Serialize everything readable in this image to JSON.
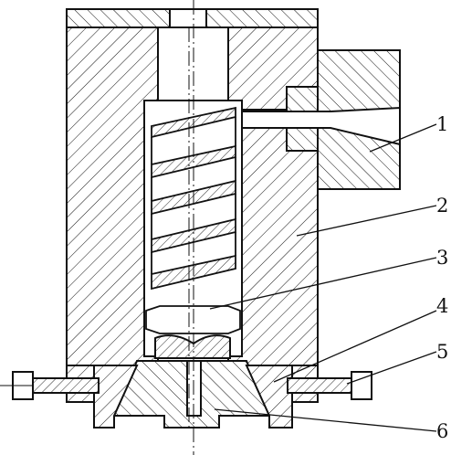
{
  "colors": {
    "ink": "#111111",
    "paper": "#ffffff"
  },
  "callouts": [
    {
      "id": "1",
      "text": "1"
    },
    {
      "id": "2",
      "text": "2"
    },
    {
      "id": "3",
      "text": "3"
    },
    {
      "id": "4",
      "text": "4"
    },
    {
      "id": "5",
      "text": "5"
    },
    {
      "id": "6",
      "text": "6"
    }
  ]
}
